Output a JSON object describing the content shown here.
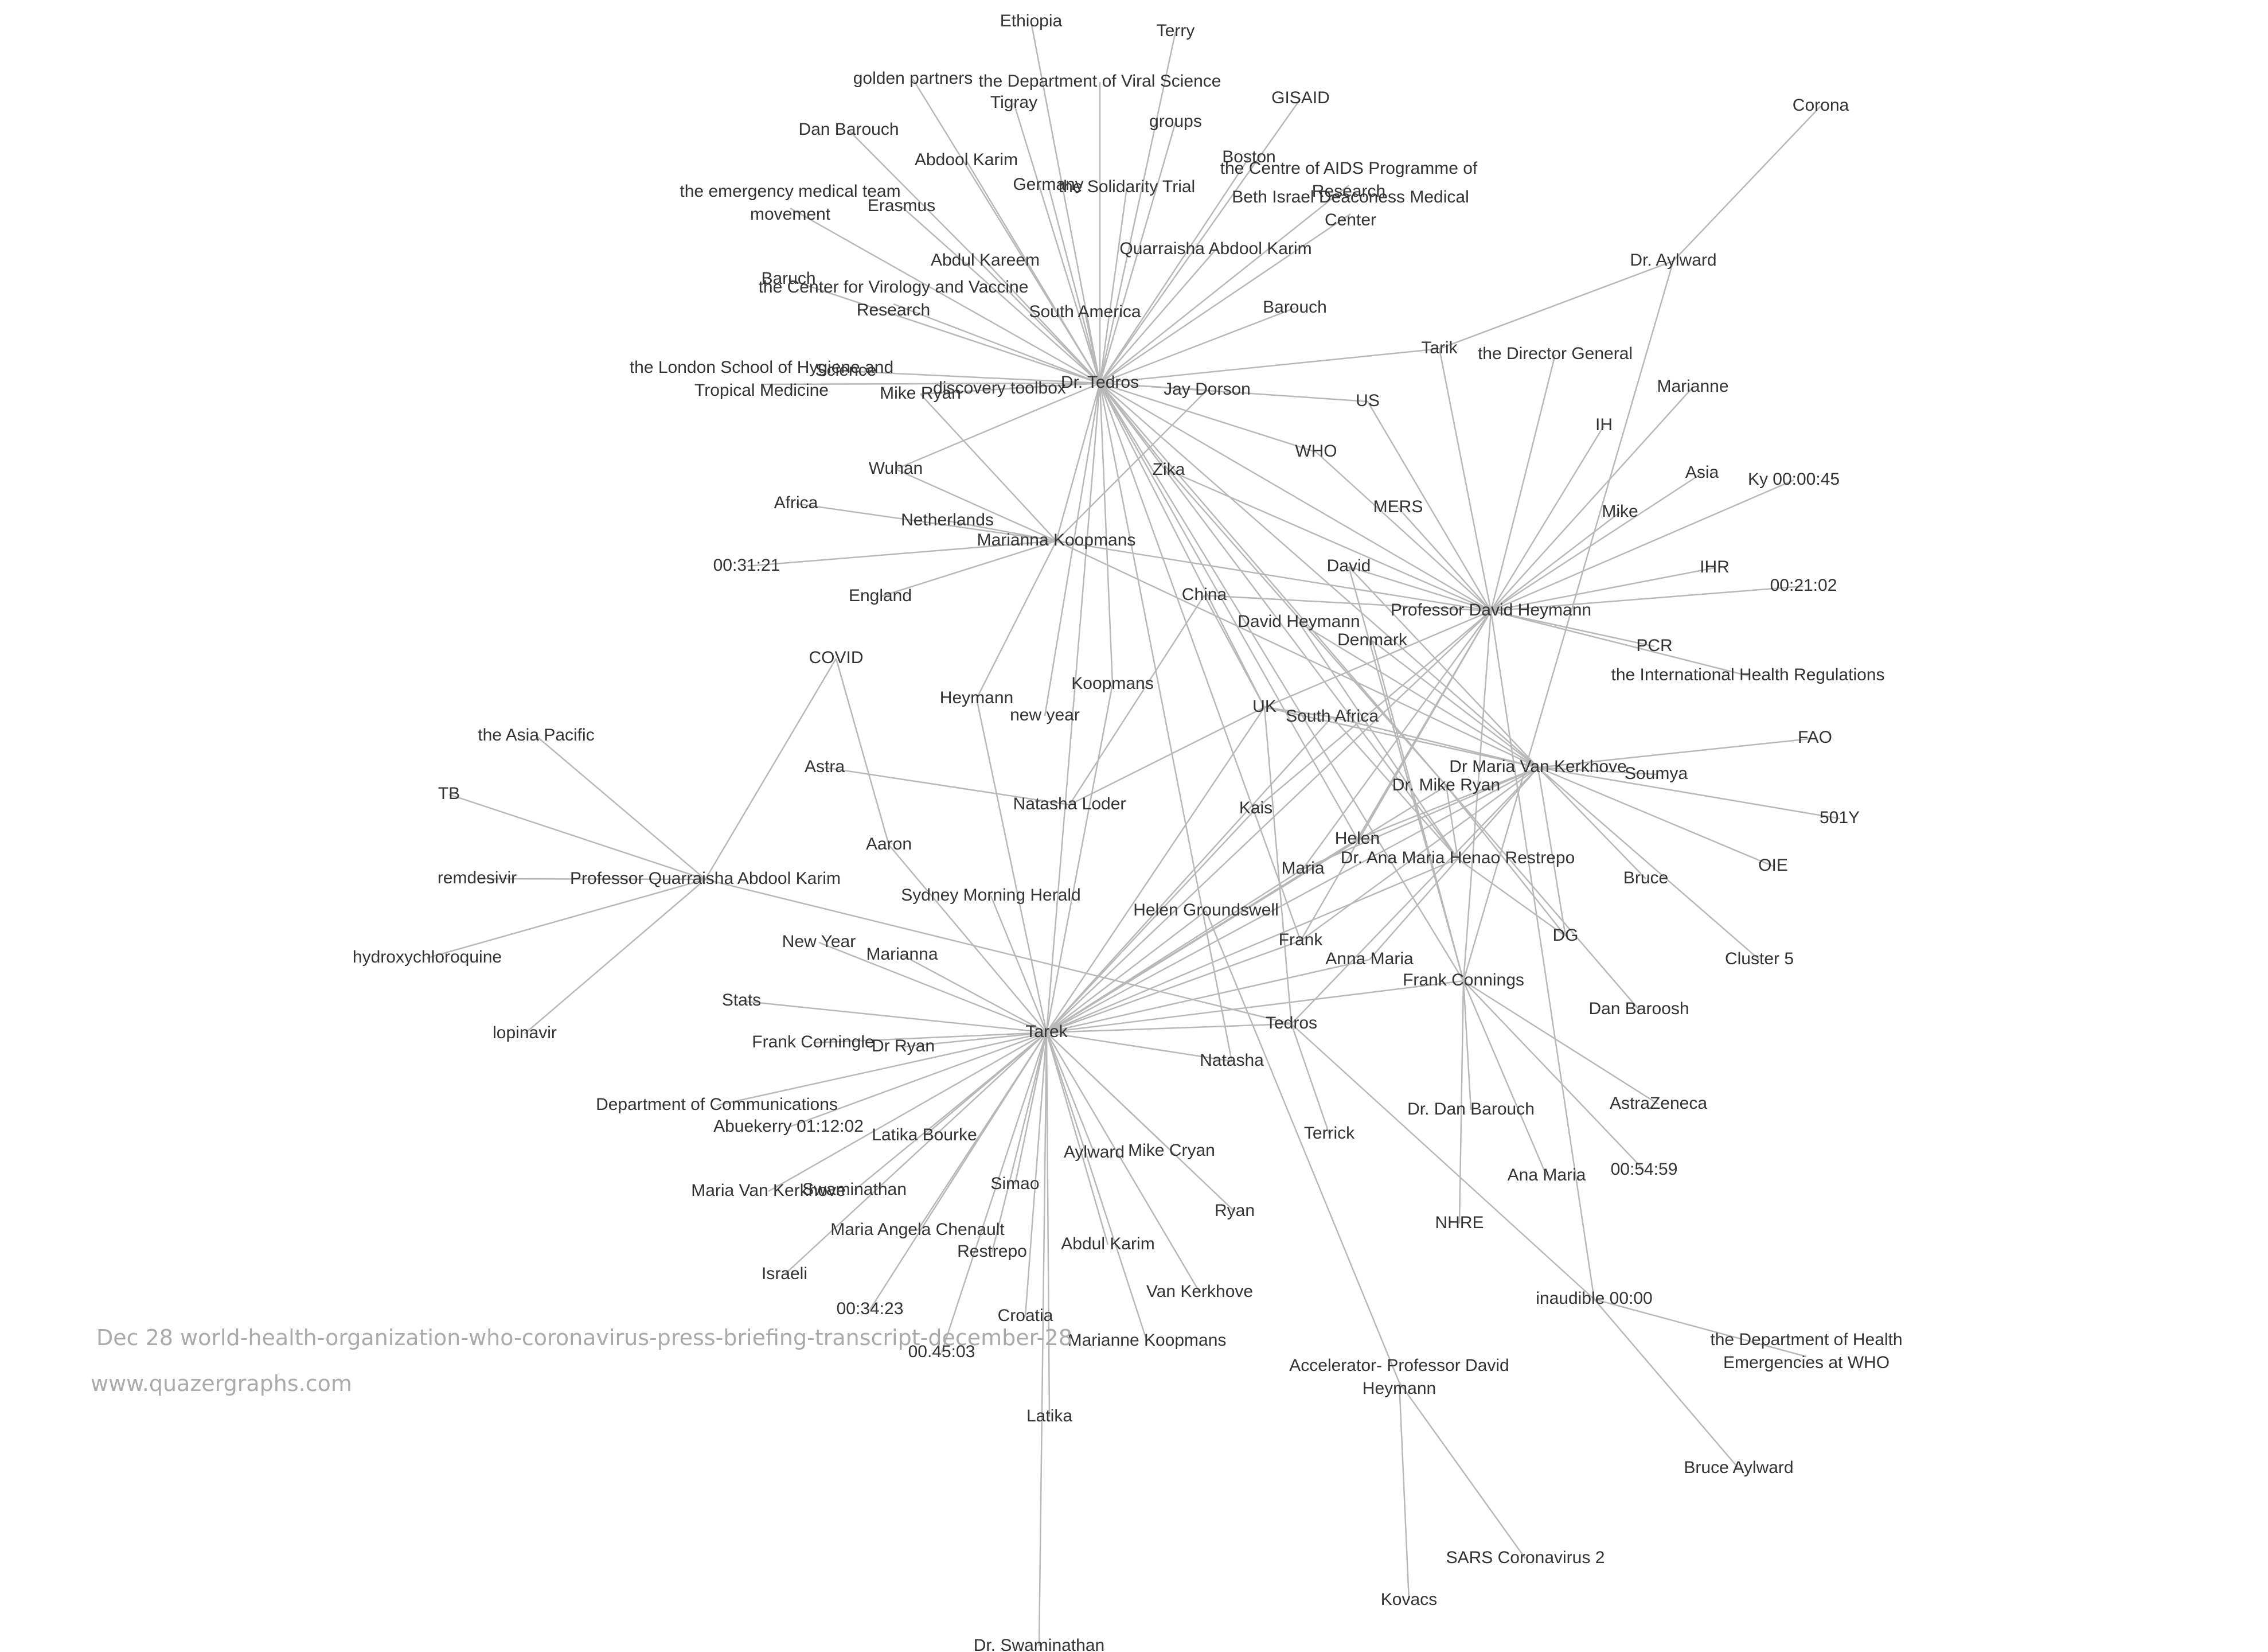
{
  "caption": {
    "title": "Dec 28 world-health-organization-who-coronavirus-press-briefing-transcript-december-28",
    "url": "www.quazergraphs.com"
  },
  "colors": {
    "edge": "#b8b8b8",
    "label": "#333333",
    "caption": "#aaaaaa"
  },
  "nodes": [
    {
      "id": "tedros",
      "label": "Dr. Tedros"
    },
    {
      "id": "tarek",
      "label": "Tarek"
    },
    {
      "id": "heymann",
      "label": "Professor David Heymann"
    },
    {
      "id": "koopmans",
      "label": "Marianna Koopmans"
    },
    {
      "id": "kerkhove",
      "label": "Dr Maria Van Kerkhove"
    },
    {
      "id": "qak",
      "label": "Professor Quarraisha Abdool Karim"
    },
    {
      "id": "connings",
      "label": "Frank Connings"
    },
    {
      "id": "tedros2",
      "label": "Tedros"
    },
    {
      "id": "restrepo",
      "label": "Dr. Ana Maria Henao Restrepo"
    },
    {
      "id": "mikeryan",
      "label": "Dr. Mike Ryan"
    },
    {
      "id": "uk",
      "label": "UK"
    },
    {
      "id": "inaudible",
      "label": "inaudible 00:00"
    },
    {
      "id": "accelerator",
      "label": "Accelerator- Professor David Heymann"
    },
    {
      "id": "ethiopia",
      "label": "Ethiopia"
    },
    {
      "id": "terry",
      "label": "Terry"
    },
    {
      "id": "golden",
      "label": "golden partners"
    },
    {
      "id": "viralscience",
      "label": "the Department of Viral Science"
    },
    {
      "id": "tigray",
      "label": "Tigray"
    },
    {
      "id": "groups",
      "label": "groups"
    },
    {
      "id": "gisaid",
      "label": "GISAID"
    },
    {
      "id": "danbarouch1",
      "label": "Dan Barouch"
    },
    {
      "id": "abdoolkarim",
      "label": "Abdool Karim"
    },
    {
      "id": "boston",
      "label": "Boston"
    },
    {
      "id": "germany",
      "label": "Germany"
    },
    {
      "id": "solidarity",
      "label": "the Solidarity Trial"
    },
    {
      "id": "caprisa",
      "label": "the Centre of AIDS Programme of Research"
    },
    {
      "id": "emergencyteam",
      "label": "the emergency medical team movement"
    },
    {
      "id": "erasmus",
      "label": "Erasmus"
    },
    {
      "id": "bethisrael",
      "label": "Beth Israel Deaconess Medical Center"
    },
    {
      "id": "abdulkareem",
      "label": "Abdul Kareem"
    },
    {
      "id": "quarraisha",
      "label": "Quarraisha Abdool Karim"
    },
    {
      "id": "baruch",
      "label": "Baruch"
    },
    {
      "id": "virology",
      "label": "the Center for Virology and Vaccine Research"
    },
    {
      "id": "barouch",
      "label": "Barouch"
    },
    {
      "id": "southamerica",
      "label": "South America"
    },
    {
      "id": "lshtm",
      "label": "the London School of Hygiene and Tropical Medicine"
    },
    {
      "id": "science",
      "label": "Science"
    },
    {
      "id": "mikeryan2",
      "label": "Mike Ryan"
    },
    {
      "id": "toolbox",
      "label": "discovery toolbox"
    },
    {
      "id": "jaydorson",
      "label": "Jay Dorson"
    },
    {
      "id": "tarik",
      "label": "Tarik"
    },
    {
      "id": "dg",
      "label": "the Director General"
    },
    {
      "id": "us",
      "label": "US"
    },
    {
      "id": "who",
      "label": "WHO"
    },
    {
      "id": "zika",
      "label": "Zika"
    },
    {
      "id": "wuhan",
      "label": "Wuhan"
    },
    {
      "id": "africa",
      "label": "Africa"
    },
    {
      "id": "netherlands",
      "label": "Netherlands"
    },
    {
      "id": "mers",
      "label": "MERS"
    },
    {
      "id": "t3121",
      "label": "00:31:21"
    },
    {
      "id": "england",
      "label": "England"
    },
    {
      "id": "china",
      "label": "China"
    },
    {
      "id": "david",
      "label": "David"
    },
    {
      "id": "davidheymann",
      "label": "David Heymann"
    },
    {
      "id": "denmark",
      "label": "Denmark"
    },
    {
      "id": "covid",
      "label": "COVID"
    },
    {
      "id": "heymannlbl",
      "label": "Heymann"
    },
    {
      "id": "koopmanslbl",
      "label": "Koopmans"
    },
    {
      "id": "newyear",
      "label": "new year"
    },
    {
      "id": "southafrica",
      "label": "South Africa"
    },
    {
      "id": "corona",
      "label": "Corona"
    },
    {
      "id": "aylward",
      "label": "Dr. Aylward"
    },
    {
      "id": "marianne",
      "label": "Marianne"
    },
    {
      "id": "ih",
      "label": "IH"
    },
    {
      "id": "asia",
      "label": "Asia"
    },
    {
      "id": "ky",
      "label": "Ky 00:00:45"
    },
    {
      "id": "mike",
      "label": "Mike"
    },
    {
      "id": "ihr",
      "label": "IHR"
    },
    {
      "id": "t2102",
      "label": "00:21:02"
    },
    {
      "id": "pcr",
      "label": "PCR"
    },
    {
      "id": "ihrfull",
      "label": "the International Health Regulations"
    },
    {
      "id": "fao",
      "label": "FAO"
    },
    {
      "id": "soumya",
      "label": "Soumya"
    },
    {
      "id": "y501",
      "label": "501Y"
    },
    {
      "id": "oie",
      "label": "OIE"
    },
    {
      "id": "bruce",
      "label": "Bruce"
    },
    {
      "id": "dgshort",
      "label": "DG"
    },
    {
      "id": "cluster5",
      "label": "Cluster 5"
    },
    {
      "id": "danbaroosh",
      "label": "Dan Baroosh"
    },
    {
      "id": "astrazeneca",
      "label": "AstraZeneca"
    },
    {
      "id": "t5459",
      "label": "00:54:59"
    },
    {
      "id": "anamaria2",
      "label": "Ana Maria"
    },
    {
      "id": "danbarouch2",
      "label": "Dr. Dan Barouch"
    },
    {
      "id": "nhre",
      "label": "NHRE"
    },
    {
      "id": "asiapacific",
      "label": "the Asia Pacific"
    },
    {
      "id": "tb",
      "label": "TB"
    },
    {
      "id": "remdesivir",
      "label": "remdesivir"
    },
    {
      "id": "hcq",
      "label": "hydroxychloroquine"
    },
    {
      "id": "lopinavir",
      "label": "lopinavir"
    },
    {
      "id": "astra",
      "label": "Astra"
    },
    {
      "id": "loder",
      "label": "Natasha Loder"
    },
    {
      "id": "aaron",
      "label": "Aaron"
    },
    {
      "id": "kais",
      "label": "Kais"
    },
    {
      "id": "helen",
      "label": "Helen"
    },
    {
      "id": "maria",
      "label": "Maria"
    },
    {
      "id": "smh",
      "label": "Sydney Morning Herald"
    },
    {
      "id": "groundswell",
      "label": "Helen Groundswell"
    },
    {
      "id": "frank",
      "label": "Frank"
    },
    {
      "id": "annamaria",
      "label": "Anna Maria"
    },
    {
      "id": "newyear2",
      "label": "New Year"
    },
    {
      "id": "marianna2",
      "label": "Marianna"
    },
    {
      "id": "stats",
      "label": "Stats"
    },
    {
      "id": "corningle",
      "label": "Frank Corningle"
    },
    {
      "id": "drryan",
      "label": "Dr Ryan"
    },
    {
      "id": "natasha",
      "label": "Natasha"
    },
    {
      "id": "comms",
      "label": "Department of Communications"
    },
    {
      "id": "abuekerry",
      "label": "Abuekerry 01:12:02"
    },
    {
      "id": "latikab",
      "label": "Latika Bourke"
    },
    {
      "id": "aylward2",
      "label": "Aylward"
    },
    {
      "id": "mikecryan",
      "label": "Mike Cryan"
    },
    {
      "id": "terrick",
      "label": "Terrick"
    },
    {
      "id": "mvkerkhove",
      "label": "Maria Van Kerkhove"
    },
    {
      "id": "swaminathan",
      "label": "Swaminathan"
    },
    {
      "id": "simao",
      "label": "Simao"
    },
    {
      "id": "ryan",
      "label": "Ryan"
    },
    {
      "id": "chenault",
      "label": "Maria Angela Chenault"
    },
    {
      "id": "restrepo2",
      "label": "Restrepo"
    },
    {
      "id": "abdulkarim",
      "label": "Abdul Karim"
    },
    {
      "id": "israeli",
      "label": "Israeli"
    },
    {
      "id": "vankerkhove",
      "label": "Van Kerkhove"
    },
    {
      "id": "t3423",
      "label": "00:34:23"
    },
    {
      "id": "croatia",
      "label": "Croatia"
    },
    {
      "id": "mkoopmans",
      "label": "Marianne Koopmans"
    },
    {
      "id": "t4503",
      "label": "00.45:03"
    },
    {
      "id": "latika",
      "label": "Latika"
    },
    {
      "id": "drswaminathan",
      "label": "Dr. Swaminathan"
    },
    {
      "id": "doh",
      "label": "the Department of Health Emergencies at WHO"
    },
    {
      "id": "bruceaylward",
      "label": "Bruce Aylward"
    },
    {
      "id": "sars",
      "label": "SARS Coronavirus 2"
    },
    {
      "id": "kovacs",
      "label": "Kovacs"
    }
  ],
  "edges": [
    [
      "tedros",
      "ethiopia"
    ],
    [
      "tedros",
      "terry"
    ],
    [
      "tedros",
      "golden"
    ],
    [
      "tedros",
      "viralscience"
    ],
    [
      "tedros",
      "tigray"
    ],
    [
      "tedros",
      "groups"
    ],
    [
      "tedros",
      "gisaid"
    ],
    [
      "tedros",
      "danbarouch1"
    ],
    [
      "tedros",
      "abdoolkarim"
    ],
    [
      "tedros",
      "boston"
    ],
    [
      "tedros",
      "germany"
    ],
    [
      "tedros",
      "solidarity"
    ],
    [
      "tedros",
      "caprisa"
    ],
    [
      "tedros",
      "emergencyteam"
    ],
    [
      "tedros",
      "erasmus"
    ],
    [
      "tedros",
      "bethisrael"
    ],
    [
      "tedros",
      "abdulkareem"
    ],
    [
      "tedros",
      "quarraisha"
    ],
    [
      "tedros",
      "baruch"
    ],
    [
      "tedros",
      "virology"
    ],
    [
      "tedros",
      "barouch"
    ],
    [
      "tedros",
      "southamerica"
    ],
    [
      "tedros",
      "lshtm"
    ],
    [
      "tedros",
      "science"
    ],
    [
      "tedros",
      "mikeryan2"
    ],
    [
      "tedros",
      "toolbox"
    ],
    [
      "tedros",
      "jaydorson"
    ],
    [
      "tedros",
      "tarik"
    ],
    [
      "tedros",
      "us"
    ],
    [
      "tedros",
      "who"
    ],
    [
      "tedros",
      "zika"
    ],
    [
      "tedros",
      "koopmans"
    ],
    [
      "tedros",
      "tarek"
    ],
    [
      "tedros",
      "heymann"
    ],
    [
      "tedros",
      "kerkhove"
    ],
    [
      "tedros",
      "restrepo"
    ],
    [
      "tedros",
      "connings"
    ],
    [
      "tedros",
      "uk"
    ],
    [
      "tedros",
      "mikeryan"
    ],
    [
      "tedros",
      "natasha"
    ],
    [
      "tedros",
      "newyear"
    ],
    [
      "tedros",
      "koopmanslbl"
    ],
    [
      "tedros",
      "wuhan"
    ],
    [
      "tedros",
      "helen"
    ],
    [
      "tedros",
      "frank"
    ],
    [
      "koopmans",
      "wuhan"
    ],
    [
      "koopmans",
      "africa"
    ],
    [
      "koopmans",
      "netherlands"
    ],
    [
      "koopmans",
      "t3121"
    ],
    [
      "koopmans",
      "england"
    ],
    [
      "koopmans",
      "heymannlbl"
    ],
    [
      "koopmans",
      "heymann"
    ],
    [
      "koopmans",
      "mikeryan2"
    ],
    [
      "koopmans",
      "jaydorson"
    ],
    [
      "koopmans",
      "kerkhove"
    ],
    [
      "heymann",
      "tarik"
    ],
    [
      "heymann",
      "dg"
    ],
    [
      "heymann",
      "us"
    ],
    [
      "heymann",
      "who"
    ],
    [
      "heymann",
      "mers"
    ],
    [
      "heymann",
      "david"
    ],
    [
      "heymann",
      "marianne"
    ],
    [
      "heymann",
      "ih"
    ],
    [
      "heymann",
      "asia"
    ],
    [
      "heymann",
      "ky"
    ],
    [
      "heymann",
      "mike"
    ],
    [
      "heymann",
      "ihr"
    ],
    [
      "heymann",
      "t2102"
    ],
    [
      "heymann",
      "pcr"
    ],
    [
      "heymann",
      "ihrfull"
    ],
    [
      "heymann",
      "zika"
    ],
    [
      "heymann",
      "china"
    ],
    [
      "heymann",
      "tarek"
    ],
    [
      "heymann",
      "helen"
    ],
    [
      "heymann",
      "maria"
    ],
    [
      "heymann",
      "frank"
    ],
    [
      "heymann",
      "uk"
    ],
    [
      "heymann",
      "kais"
    ],
    [
      "heymann",
      "inaudible"
    ],
    [
      "heymann",
      "connings"
    ],
    [
      "kerkhove",
      "fao"
    ],
    [
      "kerkhove",
      "soumya"
    ],
    [
      "kerkhove",
      "y501"
    ],
    [
      "kerkhove",
      "oie"
    ],
    [
      "kerkhove",
      "bruce"
    ],
    [
      "kerkhove",
      "dgshort"
    ],
    [
      "kerkhove",
      "cluster5"
    ],
    [
      "kerkhove",
      "tarek"
    ],
    [
      "kerkhove",
      "uk"
    ],
    [
      "kerkhove",
      "southafrica"
    ],
    [
      "kerkhove",
      "helen"
    ],
    [
      "kerkhove",
      "maria"
    ],
    [
      "kerkhove",
      "annamaria"
    ],
    [
      "kerkhove",
      "frank"
    ],
    [
      "kerkhove",
      "david"
    ],
    [
      "kerkhove",
      "davidheymann"
    ],
    [
      "kerkhove",
      "denmark"
    ],
    [
      "kerkhove",
      "tedros2"
    ],
    [
      "aylward",
      "corona"
    ],
    [
      "aylward",
      "tarik"
    ],
    [
      "aylward",
      "connings"
    ],
    [
      "qak",
      "asiapacific"
    ],
    [
      "qak",
      "tb"
    ],
    [
      "qak",
      "remdesivir"
    ],
    [
      "qak",
      "hcq"
    ],
    [
      "qak",
      "lopinavir"
    ],
    [
      "qak",
      "covid"
    ],
    [
      "qak",
      "tedros2"
    ],
    [
      "covid",
      "aaron"
    ],
    [
      "aaron",
      "tarek"
    ],
    [
      "astra",
      "loder"
    ],
    [
      "loder",
      "uk"
    ],
    [
      "loder",
      "china"
    ],
    [
      "tarek",
      "newyear2"
    ],
    [
      "tarek",
      "marianna2"
    ],
    [
      "tarek",
      "stats"
    ],
    [
      "tarek",
      "corningle"
    ],
    [
      "tarek",
      "drryan"
    ],
    [
      "tarek",
      "comms"
    ],
    [
      "tarek",
      "abuekerry"
    ],
    [
      "tarek",
      "latikab"
    ],
    [
      "tarek",
      "mvkerkhove"
    ],
    [
      "tarek",
      "swaminathan"
    ],
    [
      "tarek",
      "simao"
    ],
    [
      "tarek",
      "chenault"
    ],
    [
      "tarek",
      "restrepo2"
    ],
    [
      "tarek",
      "israeli"
    ],
    [
      "tarek",
      "t3423"
    ],
    [
      "tarek",
      "t4503"
    ],
    [
      "tarek",
      "croatia"
    ],
    [
      "tarek",
      "latika"
    ],
    [
      "tarek",
      "drswaminathan"
    ],
    [
      "tarek",
      "aylward2"
    ],
    [
      "tarek",
      "mikecryan"
    ],
    [
      "tarek",
      "ryan"
    ],
    [
      "tarek",
      "abdulkarim"
    ],
    [
      "tarek",
      "vankerkhove"
    ],
    [
      "tarek",
      "mkoopmans"
    ],
    [
      "tarek",
      "tedros2"
    ],
    [
      "tarek",
      "natasha"
    ],
    [
      "tarek",
      "connings"
    ],
    [
      "tarek",
      "restrepo"
    ],
    [
      "tarek",
      "mikeryan"
    ],
    [
      "tarek",
      "kais"
    ],
    [
      "tarek",
      "helen"
    ],
    [
      "tarek",
      "maria"
    ],
    [
      "tarek",
      "groundswell"
    ],
    [
      "tarek",
      "frank"
    ],
    [
      "tarek",
      "uk"
    ],
    [
      "tarek",
      "smh"
    ],
    [
      "tarek",
      "heymannlbl"
    ],
    [
      "tarek",
      "koopmanslbl"
    ],
    [
      "tarek",
      "southafrica"
    ],
    [
      "tarek",
      "annamaria"
    ],
    [
      "connings",
      "danbarouch2"
    ],
    [
      "connings",
      "t5459"
    ],
    [
      "connings",
      "anamaria2"
    ],
    [
      "connings",
      "nhre"
    ],
    [
      "connings",
      "astrazeneca"
    ],
    [
      "connings",
      "david"
    ],
    [
      "connings",
      "denmark"
    ],
    [
      "restrepo",
      "dgshort"
    ],
    [
      "restrepo",
      "southafrica"
    ],
    [
      "restrepo",
      "mikeryan"
    ],
    [
      "restrepo",
      "davidheymann"
    ],
    [
      "mikeryan",
      "danbaroosh"
    ],
    [
      "mikeryan",
      "dgshort"
    ],
    [
      "mikeryan",
      "zika"
    ],
    [
      "tedros2",
      "terrick"
    ],
    [
      "tedros2",
      "inaudible"
    ],
    [
      "tedros2",
      "uk"
    ],
    [
      "uk",
      "southafrica"
    ],
    [
      "uk",
      "china"
    ],
    [
      "inaudible",
      "doh"
    ],
    [
      "inaudible",
      "bruceaylward"
    ],
    [
      "accelerator",
      "sars"
    ],
    [
      "accelerator",
      "kovacs"
    ],
    [
      "accelerator",
      "groundswell"
    ]
  ]
}
